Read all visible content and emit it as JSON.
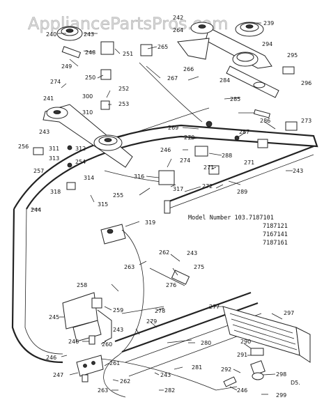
{
  "watermark": "AppliancePartsPros.com",
  "model": {
    "line1": "Model Number 103.7187101",
    "others": [
      "7187121",
      "7167141",
      "7187161"
    ]
  },
  "corner_code": "D5.",
  "callouts": [
    {
      "id": "c240",
      "text": "240"
    },
    {
      "id": "c242",
      "text": "242"
    },
    {
      "id": "c264",
      "text": "264"
    },
    {
      "id": "c239",
      "text": "239"
    },
    {
      "id": "c243a",
      "text": "243"
    },
    {
      "id": "c248",
      "text": "248"
    },
    {
      "id": "c251",
      "text": "251"
    },
    {
      "id": "c265",
      "text": "265"
    },
    {
      "id": "c294",
      "text": "294"
    },
    {
      "id": "c295",
      "text": "295"
    },
    {
      "id": "c249",
      "text": "249"
    },
    {
      "id": "c266",
      "text": "266"
    },
    {
      "id": "c284",
      "text": "284"
    },
    {
      "id": "c296",
      "text": "296"
    },
    {
      "id": "c250",
      "text": "250"
    },
    {
      "id": "c267",
      "text": "267"
    },
    {
      "id": "c274a",
      "text": "274"
    },
    {
      "id": "c252",
      "text": "252"
    },
    {
      "id": "c300",
      "text": "300"
    },
    {
      "id": "c241",
      "text": "241"
    },
    {
      "id": "c253",
      "text": "253"
    },
    {
      "id": "c285",
      "text": "285"
    },
    {
      "id": "c310",
      "text": "310"
    },
    {
      "id": "c286",
      "text": "286"
    },
    {
      "id": "c273",
      "text": "273"
    },
    {
      "id": "c269",
      "text": "269"
    },
    {
      "id": "c243b",
      "text": "243"
    },
    {
      "id": "c287",
      "text": "287"
    },
    {
      "id": "c270",
      "text": "270"
    },
    {
      "id": "c256",
      "text": "256"
    },
    {
      "id": "c311",
      "text": "311"
    },
    {
      "id": "c312",
      "text": "312"
    },
    {
      "id": "c246a",
      "text": "246"
    },
    {
      "id": "c288",
      "text": "288"
    },
    {
      "id": "c313",
      "text": "313"
    },
    {
      "id": "c254",
      "text": "254"
    },
    {
      "id": "c274b",
      "text": "274"
    },
    {
      "id": "c257",
      "text": "257"
    },
    {
      "id": "c271a",
      "text": "271"
    },
    {
      "id": "c271b",
      "text": "271"
    },
    {
      "id": "c243c",
      "text": "243"
    },
    {
      "id": "c316",
      "text": "316"
    },
    {
      "id": "c314",
      "text": "314"
    },
    {
      "id": "c272",
      "text": "272"
    },
    {
      "id": "c318",
      "text": "318"
    },
    {
      "id": "c255",
      "text": "255"
    },
    {
      "id": "c317",
      "text": "317"
    },
    {
      "id": "c289",
      "text": "289"
    },
    {
      "id": "c315",
      "text": "315"
    },
    {
      "id": "c244",
      "text": "244"
    },
    {
      "id": "c319",
      "text": "319"
    },
    {
      "id": "c262a",
      "text": "262"
    },
    {
      "id": "c243d",
      "text": "243"
    },
    {
      "id": "c263a",
      "text": "263"
    },
    {
      "id": "c275",
      "text": "275"
    },
    {
      "id": "c276",
      "text": "276"
    },
    {
      "id": "c258",
      "text": "258"
    },
    {
      "id": "c277",
      "text": "277"
    },
    {
      "id": "c297",
      "text": "297"
    },
    {
      "id": "c259",
      "text": "259"
    },
    {
      "id": "c278",
      "text": "278"
    },
    {
      "id": "c245",
      "text": "245"
    },
    {
      "id": "c279",
      "text": "279"
    },
    {
      "id": "c246b",
      "text": "246"
    },
    {
      "id": "c260",
      "text": "260"
    },
    {
      "id": "c243e",
      "text": "243"
    },
    {
      "id": "c280",
      "text": "280"
    },
    {
      "id": "c290",
      "text": "290"
    },
    {
      "id": "c291",
      "text": "291"
    },
    {
      "id": "c246c",
      "text": "246"
    },
    {
      "id": "c261",
      "text": "261"
    },
    {
      "id": "c281",
      "text": "281"
    },
    {
      "id": "c247",
      "text": "247"
    },
    {
      "id": "c243f",
      "text": "243"
    },
    {
      "id": "c292",
      "text": "292"
    },
    {
      "id": "c298",
      "text": "298"
    },
    {
      "id": "c262b",
      "text": "262"
    },
    {
      "id": "c246d",
      "text": "246"
    },
    {
      "id": "c263b",
      "text": "263"
    },
    {
      "id": "c282",
      "text": "282"
    },
    {
      "id": "c299",
      "text": "299"
    }
  ]
}
